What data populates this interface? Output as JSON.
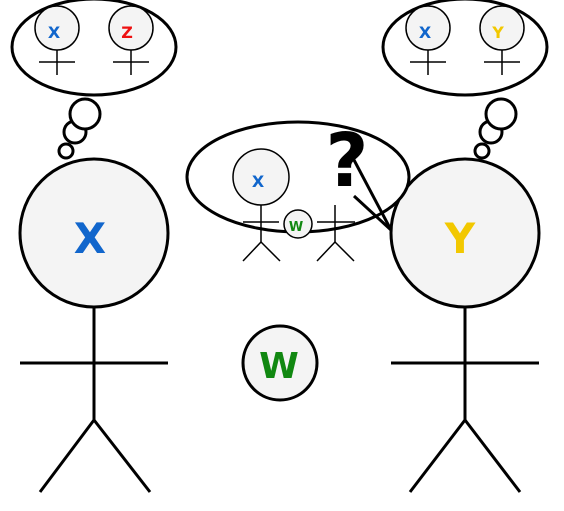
{
  "figures": {
    "left": {
      "label": "X",
      "color": "#1166cc"
    },
    "right": {
      "label": "Y",
      "color": "#f2c800"
    },
    "center_head": {
      "label": "W",
      "color": "#118811"
    }
  },
  "left_thought": {
    "figure_a": {
      "label": "X",
      "color": "#1166cc"
    },
    "figure_b": {
      "label": "Z",
      "color": "#ee1111"
    }
  },
  "right_thought": {
    "figure_a": {
      "label": "X",
      "color": "#1166cc"
    },
    "figure_b": {
      "label": "Y",
      "color": "#f2c800"
    }
  },
  "speech_bubble": {
    "figure_a": {
      "label": "X",
      "color": "#1166cc"
    },
    "figure_b": {
      "label": "W",
      "color": "#118811"
    },
    "question": "?"
  },
  "colors": {
    "stroke": "#000000",
    "fill": "#f4f4f4"
  }
}
